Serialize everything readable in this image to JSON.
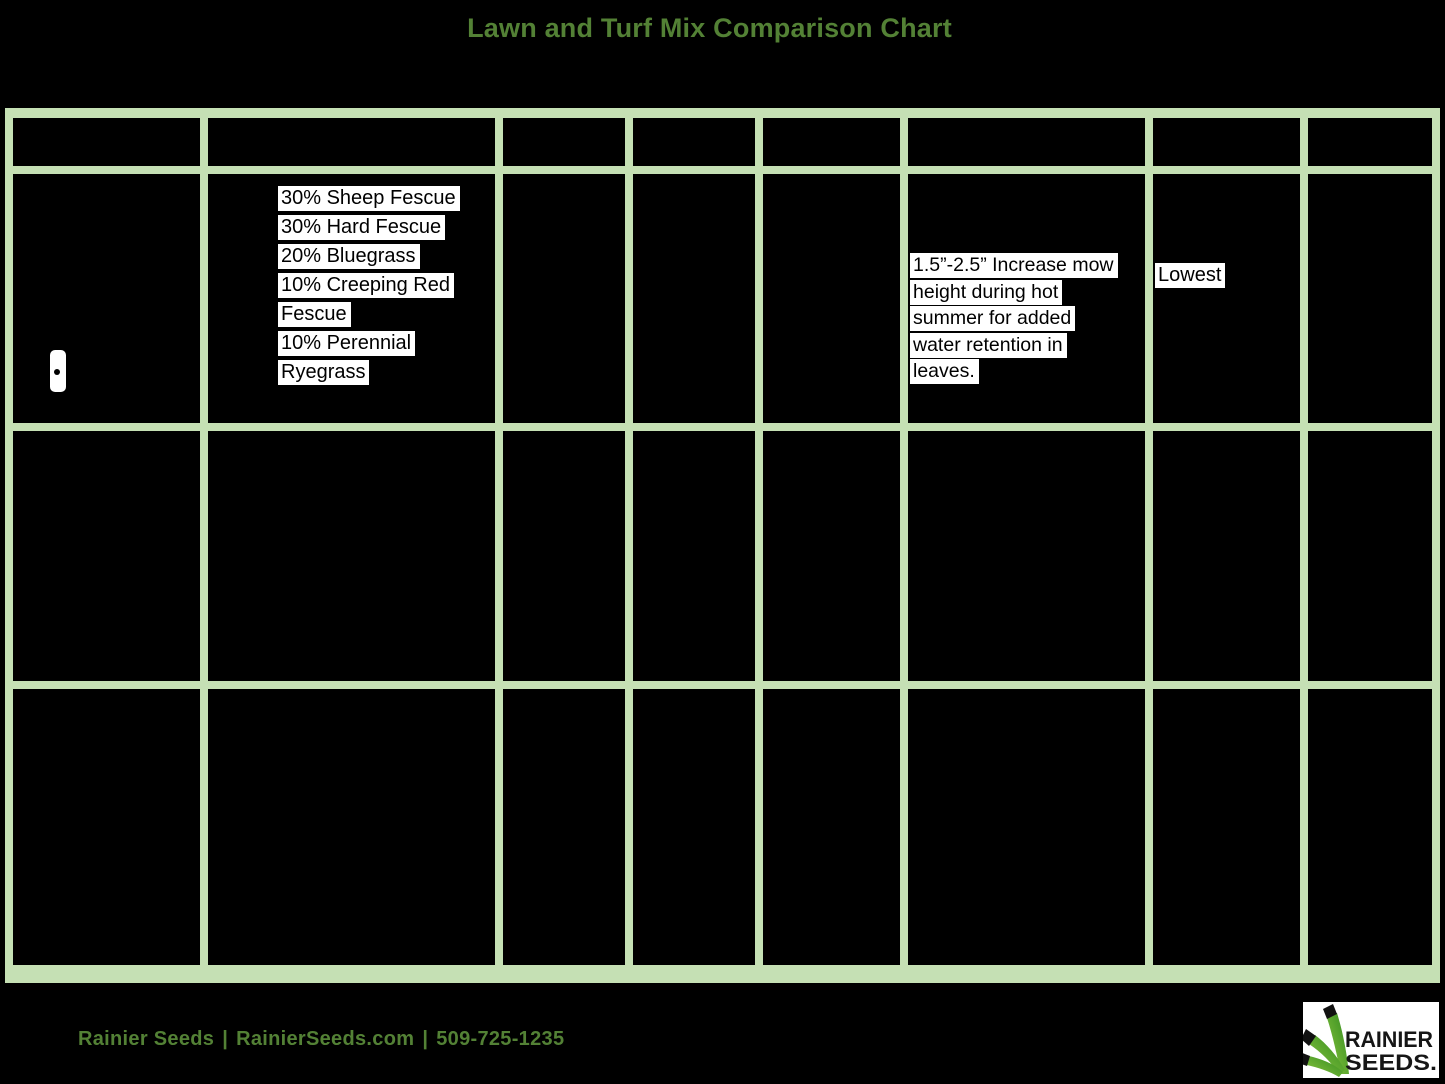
{
  "title": {
    "text": "Lawn and Turf Mix Comparison Chart"
  },
  "colors": {
    "background": "#000000",
    "grid_green": "#c5e0b4",
    "heading_green": "#538135",
    "highlight_white": "#ffffff",
    "text_black": "#000000"
  },
  "table": {
    "columns_count": 8,
    "rows_count": 4,
    "visible_cells": {
      "mix_composition": {
        "row": 1,
        "column": 2,
        "lines": [
          "30% Sheep Fescue",
          "30% Hard Fescue",
          "20% Bluegrass",
          "10% Creeping Red Fescue",
          "10% Perennial Ryegrass"
        ]
      },
      "mow_height_note": {
        "row": 1,
        "column": 6,
        "text": "1.5”-2.5” Increase mow height during hot summer for added water retention in leaves."
      },
      "maintenance_level": {
        "row": 1,
        "column": 7,
        "text": "Lowest"
      }
    }
  },
  "footer": {
    "company": "Rainier Seeds",
    "separator": "|",
    "website": "RainierSeeds.com",
    "phone": "509-725-1235"
  },
  "logo": {
    "line1": "RAINIER",
    "line2": "SEEDS."
  }
}
